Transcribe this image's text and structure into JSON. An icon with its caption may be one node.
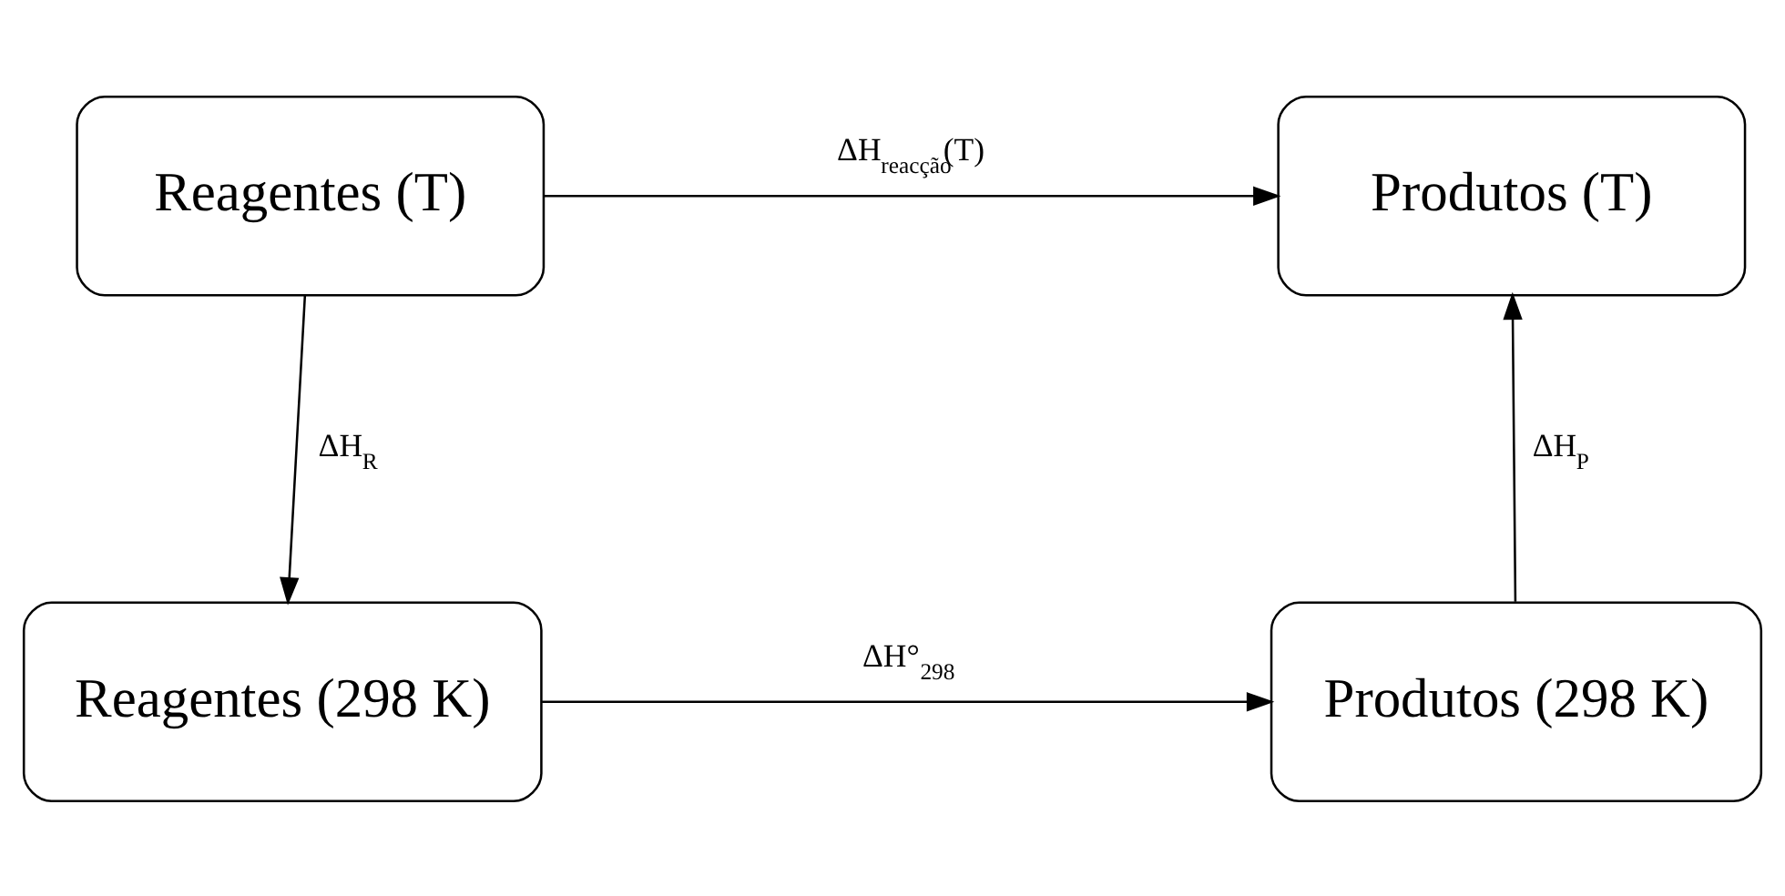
{
  "diagram": {
    "nodes": [
      {
        "text": [
          "Reagentes (T)"
        ]
      },
      {
        "text": [
          "Produtos (T)"
        ]
      },
      {
        "text": [
          "Reagentes (298 K)"
        ]
      },
      {
        "text": [
          "Produtos (298 K)"
        ]
      }
    ],
    "edges": [
      {
        "from": 0,
        "to": 1,
        "arrow": "to",
        "label": "ΔH$_{reacção}$(T)"
      },
      {
        "from": 0,
        "to": 2,
        "arrow": "to",
        "label": "ΔH$_{R}$"
      },
      {
        "from": 2,
        "to": 3,
        "arrow": "to",
        "label": "ΔH°$_{298}$"
      },
      {
        "from": 3,
        "to": 1,
        "arrow": "to",
        "label": "ΔH$_{P}$"
      }
    ]
  }
}
